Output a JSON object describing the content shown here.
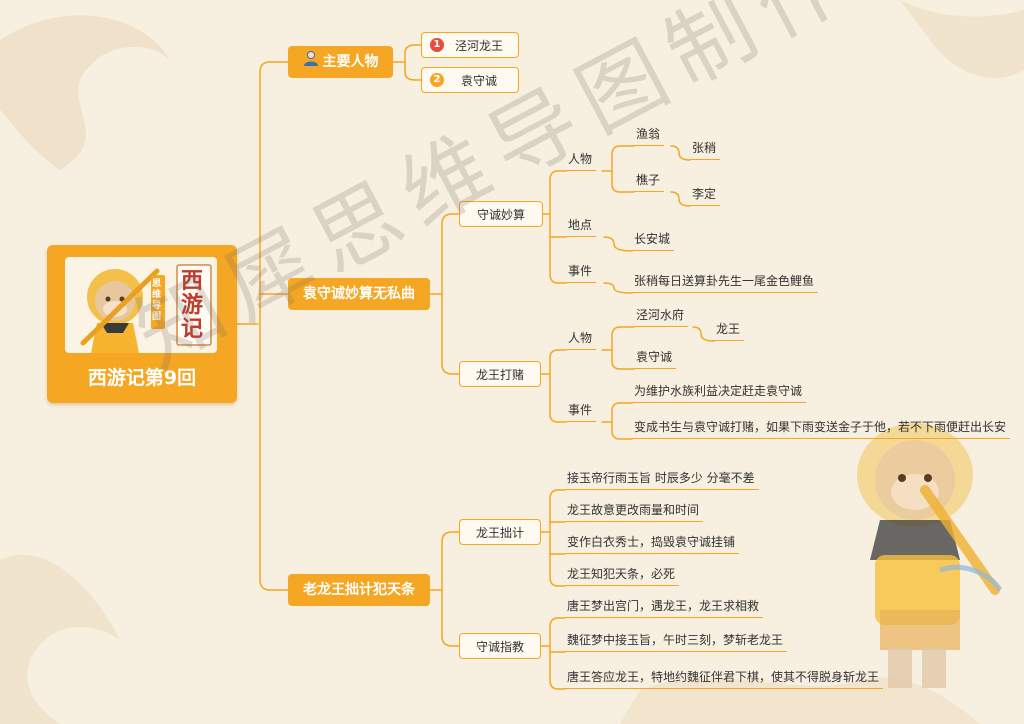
{
  "central_title": "西游记第9回",
  "cover": {
    "tag": "思维导图",
    "name_1": "西游",
    "name_2": "记"
  },
  "watermark": "知犀思维导图制作",
  "branches": {
    "main_characters": {
      "label": "主要人物",
      "items": [
        {
          "index": "1",
          "label": "泾河龙王"
        },
        {
          "index": "2",
          "label": "袁守诚"
        }
      ]
    },
    "yuan_divination": {
      "label": "袁守诚妙算无私曲",
      "sub1": {
        "label": "守诚妙算",
        "characters": {
          "label": "人物",
          "fisherman": "渔翁",
          "zhangshao": "张稍",
          "woodcutter": "樵子",
          "liding": "李定"
        },
        "place": {
          "label": "地点",
          "city": "长安城"
        },
        "event": {
          "label": "事件",
          "text": "张稍每日送算卦先生一尾金色鲤鱼"
        }
      },
      "sub2": {
        "label": "龙王打赌",
        "characters": {
          "label": "人物",
          "palace": "泾河水府",
          "dragon_king": "龙王",
          "yuan": "袁守诚"
        },
        "event": {
          "label": "事件",
          "text1": "为维护水族利益决定赶走袁守诚",
          "text2": "变成书生与袁守诚打赌，如果下雨变送金子于他，若不下雨便赶出长安"
        }
      }
    },
    "dragon_crime": {
      "label": "老龙王拙计犯天条",
      "sub1": {
        "label": "龙王拙计",
        "items": [
          "接玉帝行雨玉旨 时辰多少 分毫不差",
          "龙王故意更改雨量和时间",
          "变作白衣秀士，捣毁袁守诚挂铺",
          "龙王知犯天条，必死"
        ]
      },
      "sub2": {
        "label": "守诚指教",
        "items": [
          "唐王梦出宫门，遇龙王，龙王求相救",
          "魏征梦中接玉旨，午时三刻，梦斩老龙王",
          "唐王答应龙王，特地约魏征伴君下棋，使其不得脱身斩龙王"
        ]
      }
    }
  }
}
